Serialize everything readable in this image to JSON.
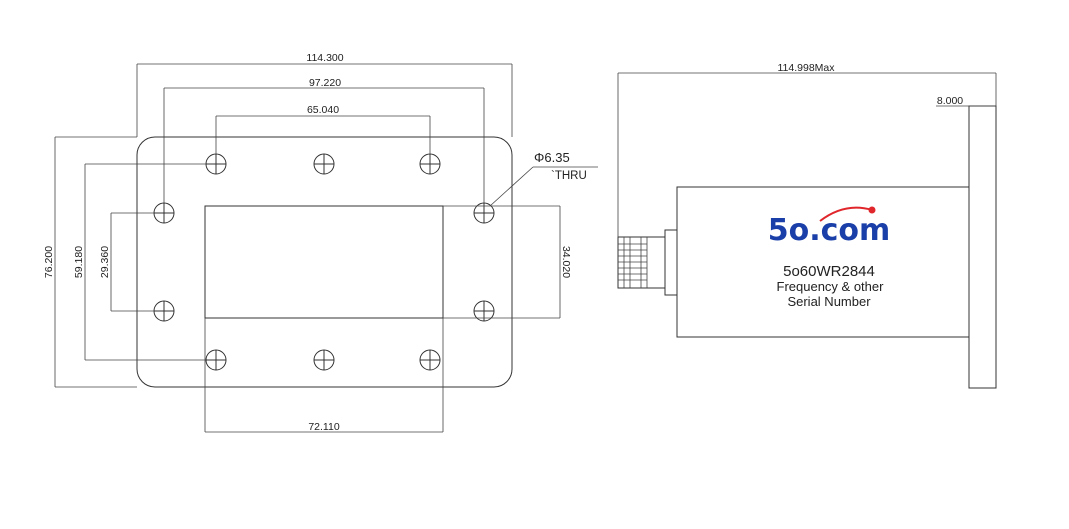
{
  "front_view": {
    "dims": {
      "overall_width": "114.300",
      "hole_span_outer": "97.220",
      "hole_span_top": "65.040",
      "overall_height": "76.200",
      "hole_span_vert_outer": "59.180",
      "hole_span_vert_inner": "29.360",
      "aperture_height": "34.020",
      "aperture_width": "72.110"
    },
    "hole_callout": {
      "diameter": "Φ6.35",
      "type": "`THRU"
    }
  },
  "side_view": {
    "dims": {
      "overall_length": "114.998Max",
      "flange_thickness": "8.000"
    },
    "logo_text": "5o.com",
    "label": {
      "model": "5o60WR2844",
      "line2": "Frequency & other",
      "line3": "Serial Number"
    }
  },
  "colors": {
    "brand_blue": "#1a3fa8",
    "brand_red": "#e0262b",
    "line": "#333333"
  }
}
